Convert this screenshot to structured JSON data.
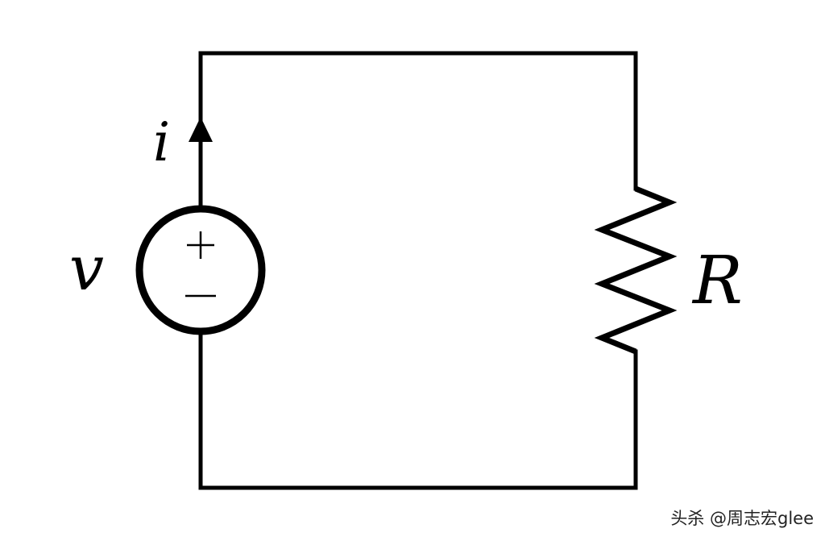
{
  "labels": {
    "current": "i",
    "voltage": "v",
    "resistance": "R",
    "plus": "+",
    "minus": "−"
  },
  "watermark": "头杀 @周志宏glee"
}
